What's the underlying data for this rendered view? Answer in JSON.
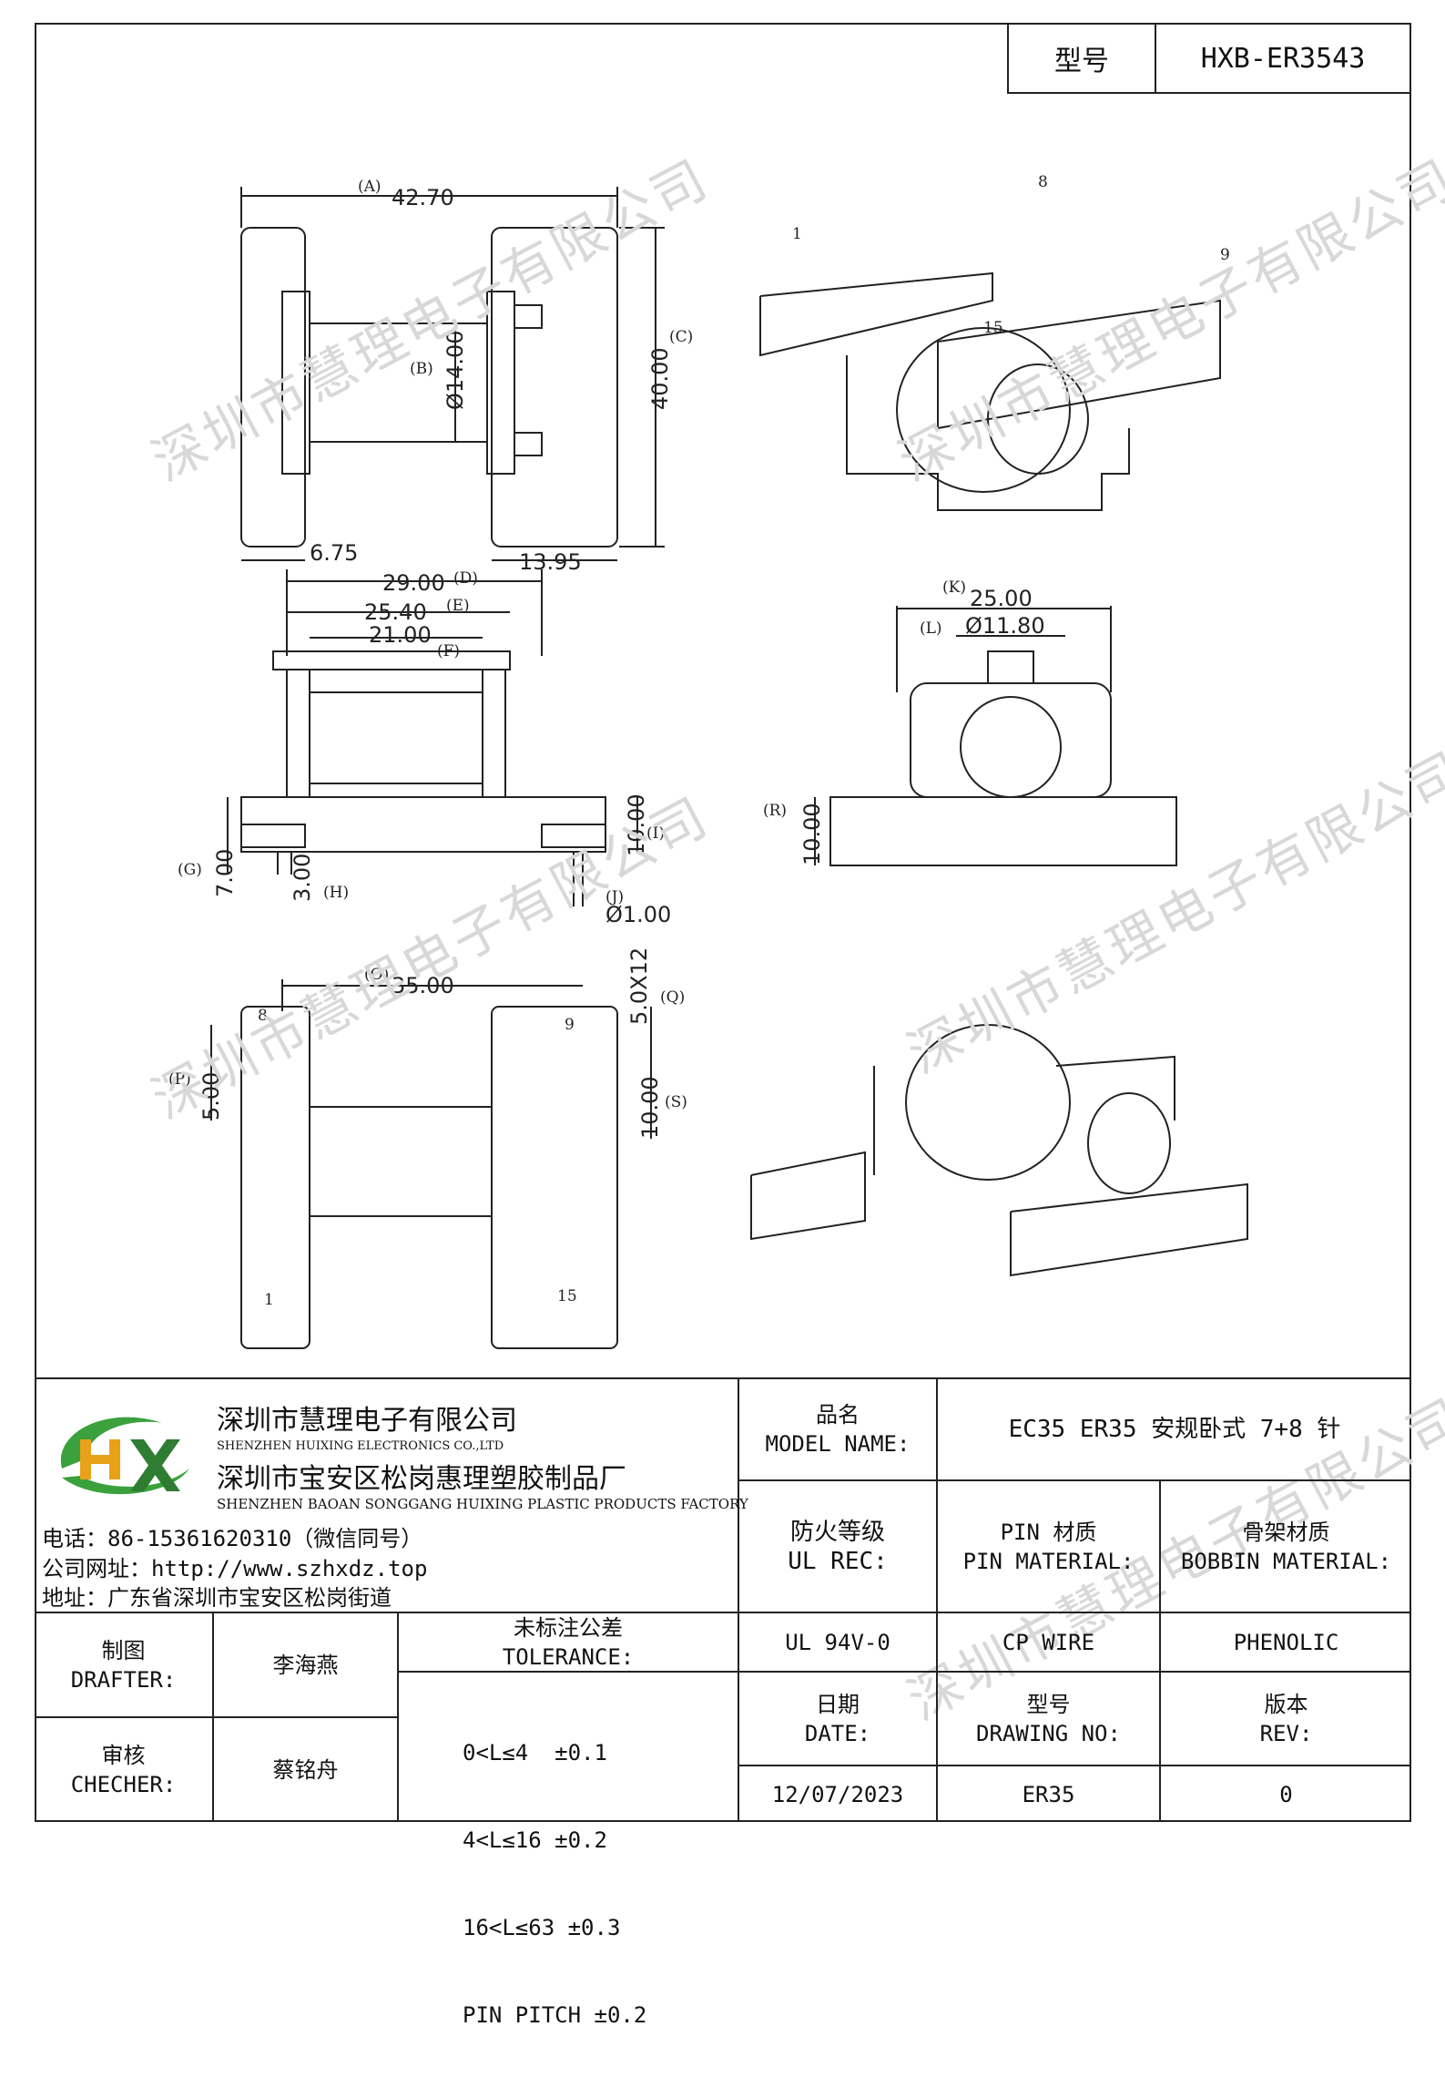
{
  "header": {
    "label": "型号",
    "value": "HXB-ER3543"
  },
  "watermark": "深圳市慧理电子有限公司",
  "drawing": {
    "top_view": {
      "overall": "42.70",
      "overall_ref": "(A)",
      "core": "Ø14.00",
      "core_ref": "(B)",
      "height": "40.00",
      "height_ref": "(C)",
      "left": "6.75",
      "right": "13.95"
    },
    "side_view": {
      "d": "29.00",
      "d_ref": "(D)",
      "e": "25.40",
      "e_ref": "(E)",
      "f": "21.00",
      "f_ref": "(F)",
      "g": "7.00",
      "g_ref": "(G)",
      "h": "3.00",
      "h_ref": "(H)",
      "i": "10.00",
      "i_ref": "(I)",
      "j": "Ø1.00",
      "j_ref": "(J)"
    },
    "front_view": {
      "k": "25.00",
      "k_ref": "(K)",
      "l": "Ø11.80",
      "l_ref": "(L)",
      "r": "10.00",
      "r_ref": "(R)"
    },
    "bottom_view": {
      "o": "35.00",
      "o_ref": "(O)",
      "p": "5.00",
      "p_ref": "(P)",
      "q": "5.0X12",
      "q_ref": "(Q)",
      "s": "10.00",
      "s_ref": "(S)",
      "pin8": "8",
      "pin9": "9",
      "pin1": "1",
      "pin15": "15"
    },
    "iso_pins": {
      "p1": "1",
      "p8": "8",
      "p9": "9",
      "p15": "15"
    }
  },
  "company": {
    "logo_text": "HX",
    "name_cn": "深圳市慧理电子有限公司",
    "name_en": "SHENZHEN HUIXING ELECTRONICS CO.,LTD",
    "factory_cn": "深圳市宝安区松岗惠理塑胶制品厂",
    "factory_en": "SHENZHEN BAOAN SONGGANG HUIXING PLASTIC PRODUCTS FACTORY",
    "phone": "电话：86-15361620310（微信同号）",
    "website": "公司网址：http://www.szhxdz.top",
    "address": "地址：广东省深圳市宝安区松岗街道"
  },
  "titleblock": {
    "model_name_cn": "品名",
    "model_name_en": "MODEL NAME:",
    "model_name_value": "EC35 ER35 安规卧式 7+8 针",
    "ul_cn": "防火等级",
    "ul_en": "UL REC:",
    "pin_cn": "PIN 材质",
    "pin_en": "PIN MATERIAL:",
    "bobbin_cn": "骨架材质",
    "bobbin_en": "BOBBIN MATERIAL:",
    "ul_value": "UL 94V-0",
    "pin_value": "CP WIRE",
    "bobbin_value": "PHENOLIC",
    "date_cn": "日期",
    "date_en": "DATE:",
    "dwg_cn": "型号",
    "dwg_en": "DRAWING NO:",
    "rev_cn": "版本",
    "rev_en": "REV:",
    "date_value": "12/07/2023",
    "dwg_value": "ER35",
    "rev_value": "0",
    "drafter_cn": "制图",
    "drafter_en": "DRAFTER:",
    "drafter_value": "李海燕",
    "checker_cn": "审核",
    "checker_en": "CHECHER:",
    "checker_value": "蔡铭舟",
    "tol_cn": "未标注公差",
    "tol_en": "TOLERANCE:",
    "tol_lines": [
      "0<L≤4  ±0.1",
      "4<L≤16 ±0.2",
      "16<L≤63 ±0.3",
      "PIN PITCH ±0.2"
    ]
  }
}
